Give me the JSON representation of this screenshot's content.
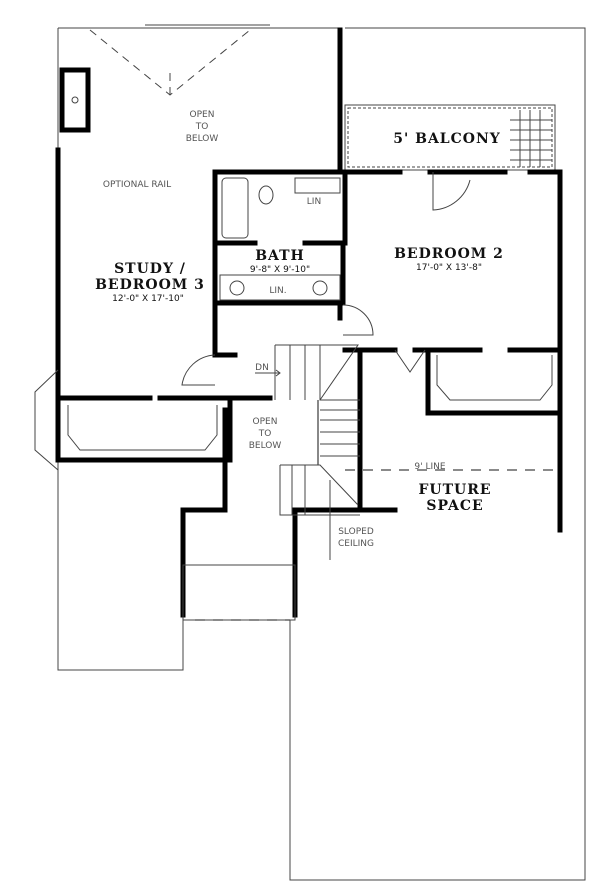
{
  "plan": {
    "rooms": {
      "open_top": [
        "OPEN",
        "TO",
        "BELOW"
      ],
      "balcony": "5' BALCONY",
      "optional_rail": "OPTIONAL RAIL",
      "bath": {
        "name": "BATH",
        "size": "9'-8\" X 9'-10\""
      },
      "bath_lin_top": "LIN",
      "bath_lin_vanity": "LIN.",
      "bedroom2": {
        "name": "BEDROOM 2",
        "size": "17'-0\" X 13'-8\""
      },
      "study": {
        "name_line1": "STUDY /",
        "name_line2": "BEDROOM 3",
        "size": "12'-0\" X 17'-10\""
      },
      "stair_dn": "DN",
      "open_mid": [
        "OPEN",
        "TO",
        "BELOW"
      ],
      "nine_line": "9' LINE",
      "future": [
        "FUTURE",
        "SPACE"
      ],
      "sloped": [
        "SLOPED",
        "CEILING"
      ]
    }
  }
}
